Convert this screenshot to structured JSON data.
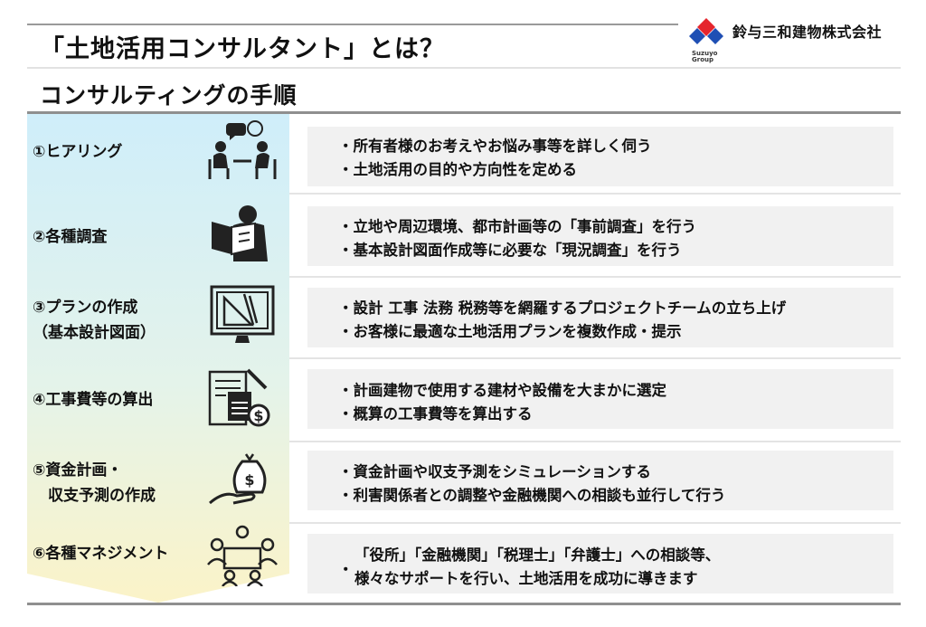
{
  "header": {
    "title": "「土地活用コンサルタント」とは？",
    "subtitle": "コンサルティングの手順"
  },
  "logo": {
    "company": "鈴与三和建物株式会社",
    "group_line1": "Suzuyo",
    "group_line2": "Group",
    "colors": {
      "blue": "#1f4fb4",
      "red": "#e5252d"
    }
  },
  "steps": [
    {
      "label": "①ヒアリング",
      "icon": "meeting-people-icon",
      "bullets": [
        "・所有者様のお考えやお悩み事等を詳しく伺う",
        "・土地活用の目的や方向性を定める"
      ]
    },
    {
      "label": "②各種調査",
      "icon": "person-reading-map-icon",
      "bullets": [
        "・立地や周辺環境、都市計画等の「事前調査」を行う",
        "・基本設計図面作成等に必要な「現況調査」を行う"
      ]
    },
    {
      "label_line1": "③プランの作成",
      "label_line2": "（基本設計図面）",
      "icon": "design-monitor-icon",
      "bullets": [
        "・設計 工事 法務 税務等を網羅するプロジェクトチームの立ち上げ",
        "・お客様に最適な土地活用プランを複数作成・提示"
      ]
    },
    {
      "label": "④工事費等の算出",
      "icon": "calculator-document-icon",
      "bullets": [
        "・計画建物で使用する建材や設備を大まかに選定",
        "・概算の工事費等を算出する"
      ]
    },
    {
      "label_line1": "⑤資金計画・",
      "label_line2": "　収支予測の作成",
      "icon": "money-bag-hand-icon",
      "bullets": [
        "・資金計画や収支予測をシミュレーションする",
        "・利害関係者との調整や金融機関への相談も並行して行う"
      ]
    },
    {
      "label": "⑥各種マネジメント",
      "icon": "team-meeting-icon",
      "bullet_dot": "・",
      "bullets": [
        "「役所」「金融機関」「税理士」「弁護士」への相談等、",
        "様々なサポートを行い、土地活用を成功に導きます"
      ]
    }
  ],
  "colors": {
    "arrow_top": "#cfeefa",
    "arrow_bottom": "#fbf3c8",
    "box_bg": "#f1f1f1"
  }
}
